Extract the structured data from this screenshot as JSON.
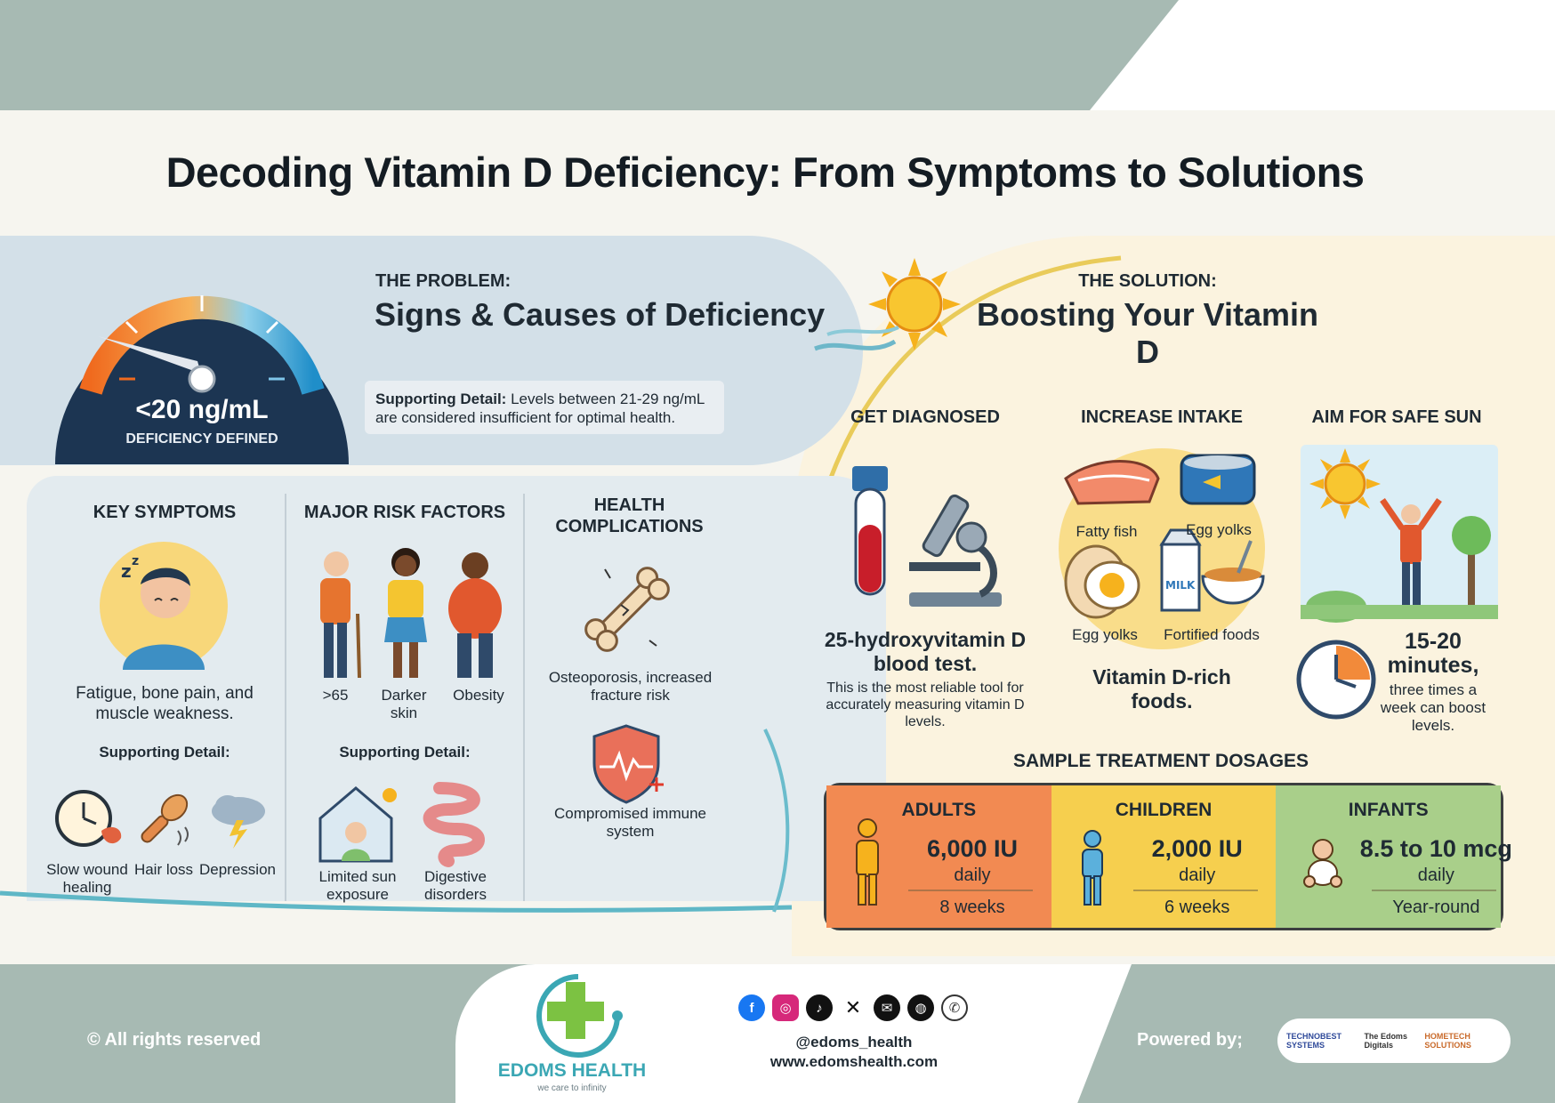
{
  "title": "Decoding Vitamin D Deficiency: From Symptoms to Solutions",
  "problem": {
    "kicker": "THE PROBLEM:",
    "heading": "Signs & Causes of Deficiency",
    "supporting_label": "Supporting Detail:",
    "supporting_text": "Levels between 21-29 ng/mL are considered insufficient for optimal health.",
    "gauge_value": "<20 ng/mL",
    "gauge_caption": "DEFICIENCY DEFINED"
  },
  "symptoms": {
    "heading": "KEY SYMPTOMS",
    "summary": "Fatigue, bone pain, and muscle weakness.",
    "detail_label": "Supporting Detail:",
    "items": [
      "Slow wound healing",
      "Hair loss",
      "Depression"
    ]
  },
  "risk_factors": {
    "heading": "MAJOR RISK FACTORS",
    "people": [
      ">65",
      "Darker skin",
      "Obesity"
    ],
    "detail_label": "Supporting Detail:",
    "items": [
      "Limited sun exposure",
      "Digestive disorders"
    ]
  },
  "complications": {
    "heading": "HEALTH COMPLICATIONS",
    "items": [
      "Osteoporosis, increased fracture risk",
      "Compromised immune system"
    ]
  },
  "solution": {
    "kicker": "THE SOLUTION:",
    "heading": "Boosting Your Vitamin D"
  },
  "diagnosed": {
    "heading": "GET DIAGNOSED",
    "title": "25-hydroxyvitamin D blood test.",
    "text": "This is the most reliable tool for accurately measuring vitamin D levels."
  },
  "intake": {
    "heading": "INCREASE INTAKE",
    "foods": [
      "Fatty fish",
      "Egg yolks",
      "Egg yolks",
      "Fortified foods"
    ],
    "milk_label": "MILK",
    "title": "Vitamin D-rich foods."
  },
  "sun": {
    "heading": "AIM FOR SAFE SUN",
    "title": "15-20 minutes,",
    "text": "three times a week can boost levels."
  },
  "dosages": {
    "heading": "SAMPLE TREATMENT DOSAGES",
    "items": [
      {
        "group": "ADULTS",
        "amount": "6,000 IU",
        "frequency": "daily",
        "duration": "8 weeks"
      },
      {
        "group": "CHILDREN",
        "amount": "2,000 IU",
        "frequency": "daily",
        "duration": "6 weeks"
      },
      {
        "group": "INFANTS",
        "amount": "8.5 to 10 mcg",
        "frequency": "daily",
        "duration": "Year-round"
      }
    ],
    "colors": [
      "#f28a52",
      "#f6cf4e",
      "#a9cf8a"
    ]
  },
  "footer": {
    "copyright": "© All rights reserved",
    "brand": "EDOMS HEALTH",
    "tagline": "we care to infinity",
    "handle": "@edoms_health",
    "website": "www.edomshealth.com",
    "powered_by": "Powered by;",
    "partners": [
      "TECHNOBEST SYSTEMS",
      "The Edoms Digitals",
      "HOMETECH SOLUTIONS"
    ]
  },
  "social_icons": [
    "facebook-icon",
    "instagram-icon",
    "tiktok-icon",
    "x-icon",
    "email-icon",
    "globe-icon",
    "whatsapp-icon"
  ]
}
